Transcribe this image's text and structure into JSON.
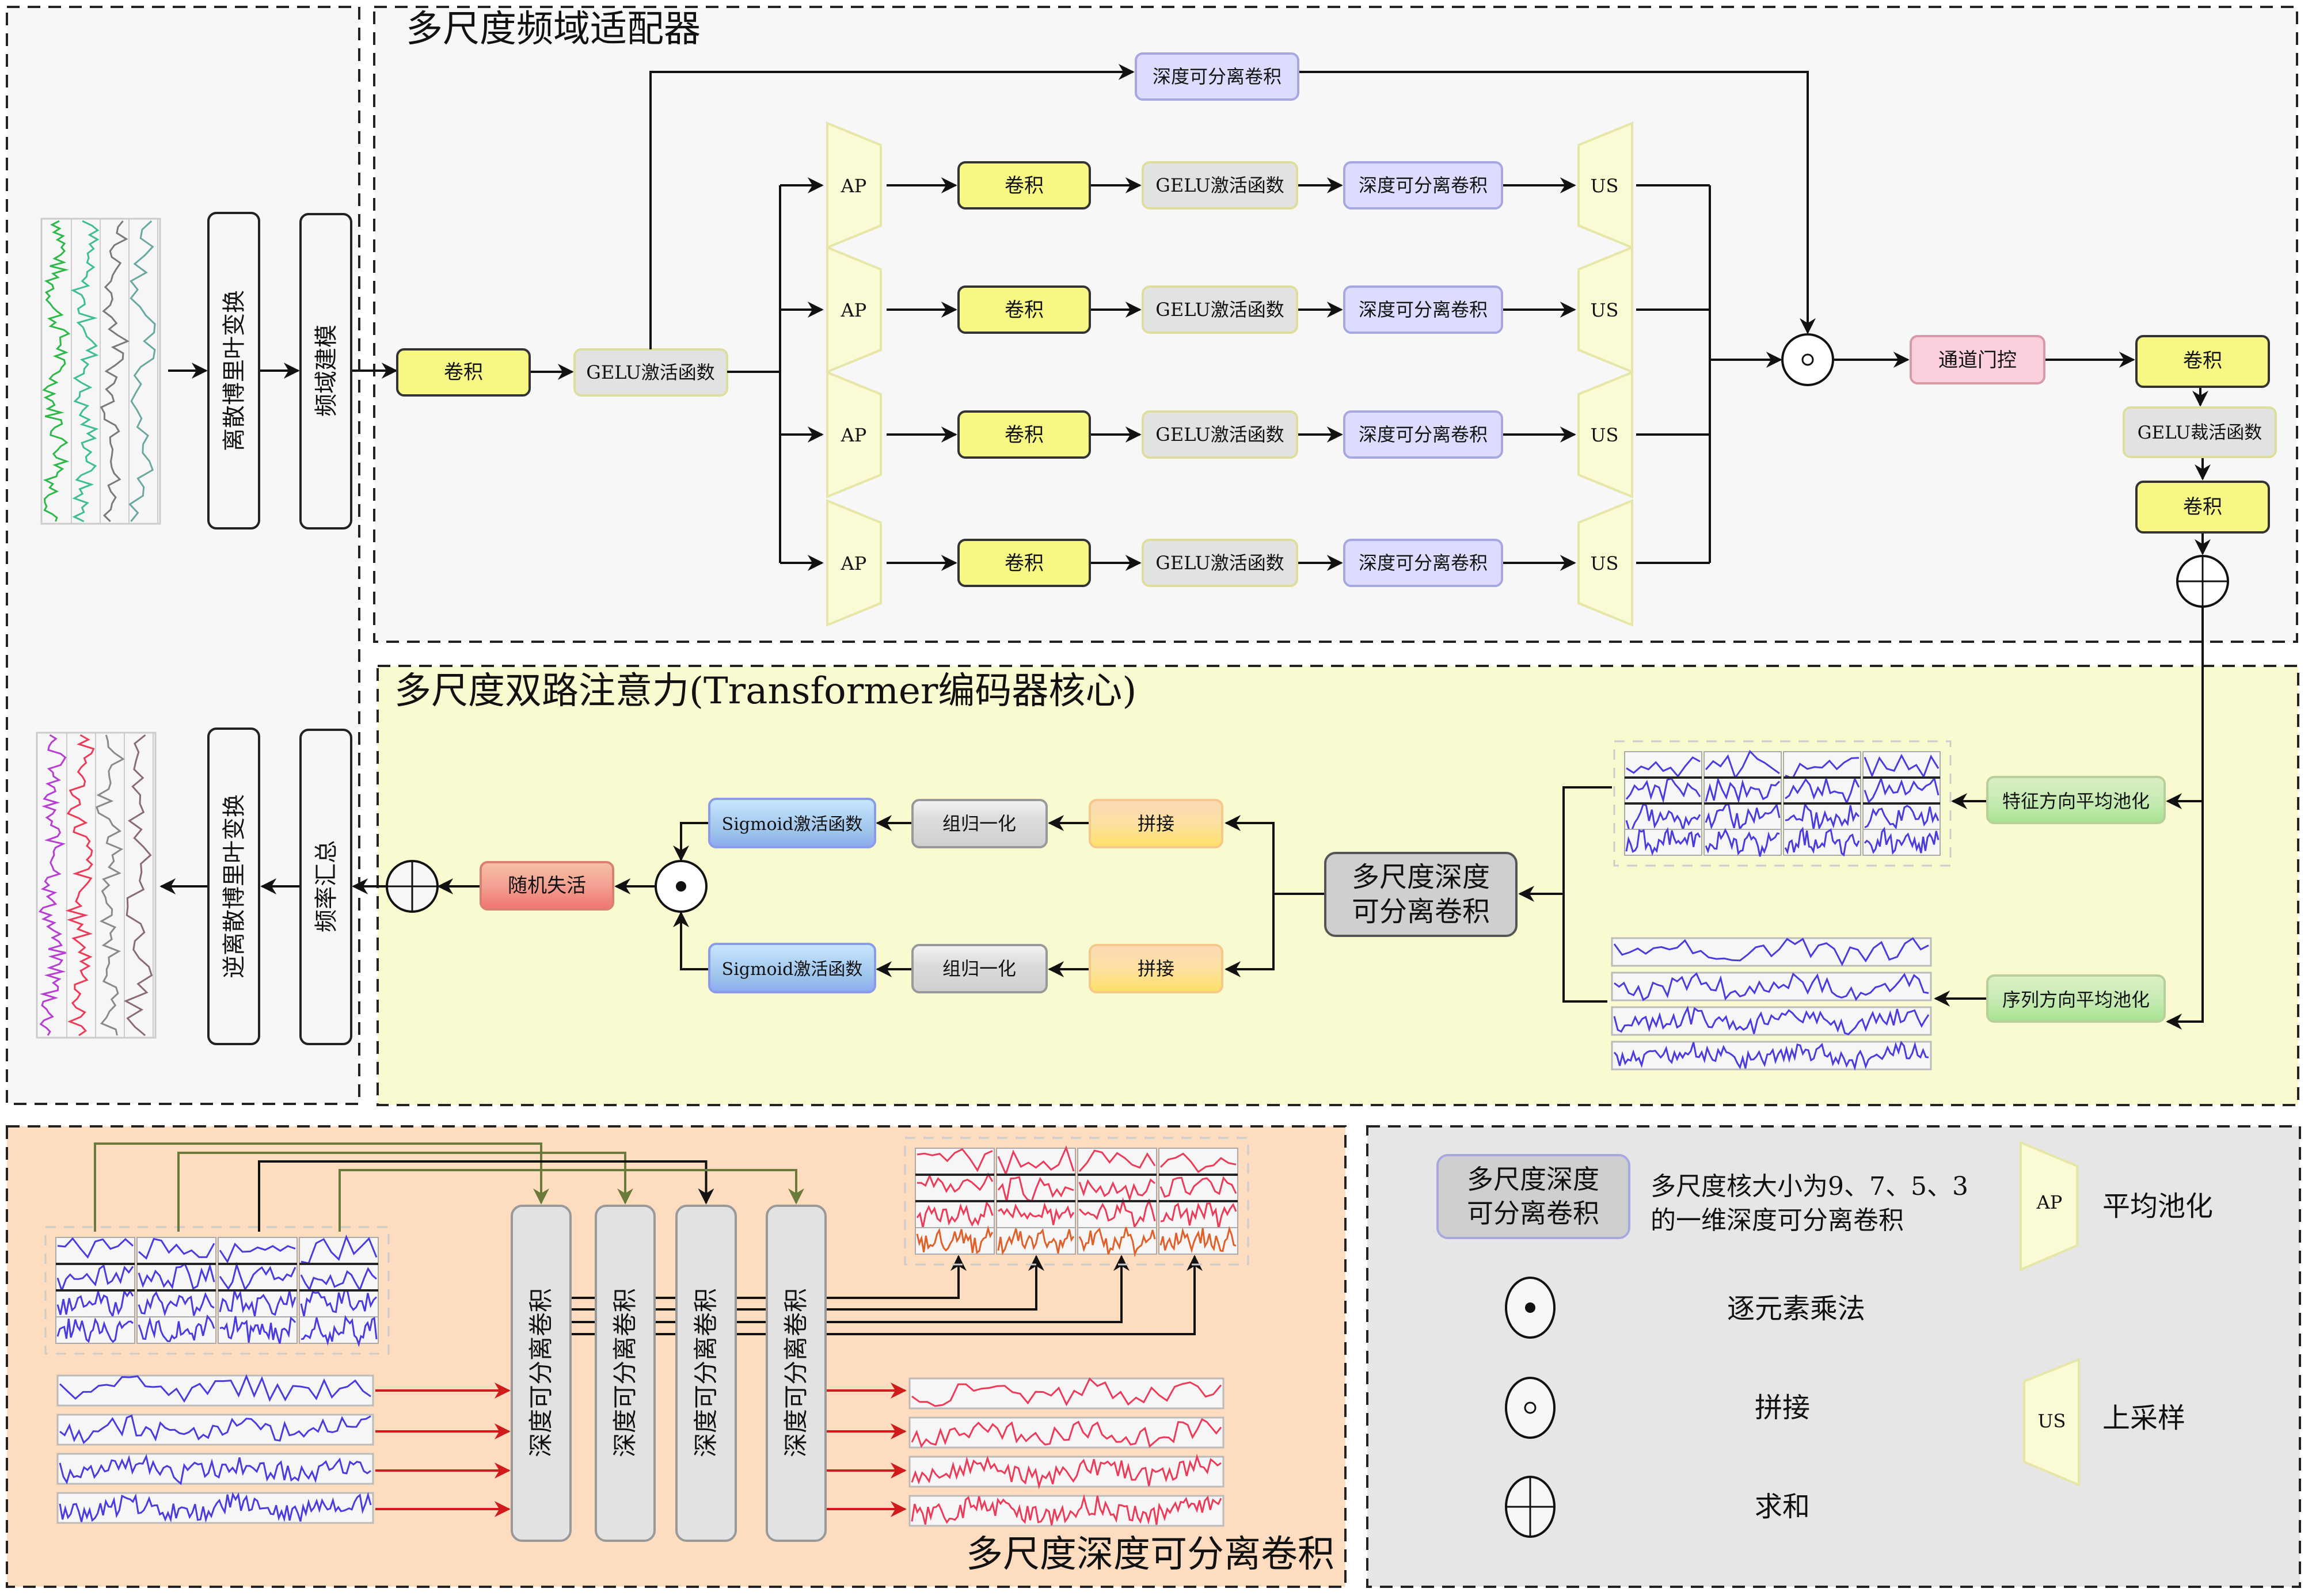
{
  "colors": {
    "panel_white": "#f7f7f7",
    "panel_yellow": "#fafad0",
    "panel_orange": "#fddcc0",
    "panel_gray": "#e6e6e6",
    "conv_yellow": "#f7f783",
    "gelu_gray": "#e2e2e2",
    "dwconv_lavender": "#dcdcff",
    "trapezoid": "#fafad5",
    "gate_pink": "#fbd0dc",
    "sigmoid_blue": "#a9cdf2",
    "groupnorm_gray": "#dadada",
    "concat_orange": "#fde29a",
    "dropout_red": "#f2928a",
    "pool_green": "#c4ebb0",
    "msdw_gray": "#cfcfcf",
    "wave_blue": "#4a3bde",
    "wave_red": "#ec3b59",
    "wave_green": "#2fb84a",
    "wave_purple": "#b63fd1",
    "arrow_red": "#d11a1a",
    "arrow_olive": "#6a7a3a"
  },
  "io": {
    "input_waveform_label": "input-multichannel-signal",
    "output_waveform_label": "output-multichannel-signal",
    "dft": "离散博里叶变换",
    "freq_modeling": "频域建模",
    "idft": "逆离散博里叶变换",
    "freq_aggregation": "频率汇总"
  },
  "adapter": {
    "title": "多尺度频域适配器",
    "input_conv": "卷积",
    "input_gelu": "GELU激活函数",
    "skip_dwconv": "深度可分离卷积",
    "branches": [
      {
        "pool": "AP",
        "conv": "卷积",
        "gelu": "GELU激活函数",
        "dwconv": "深度可分离卷积",
        "upsample": "US"
      },
      {
        "pool": "AP",
        "conv": "卷积",
        "gelu": "GELU激活函数",
        "dwconv": "深度可分离卷积",
        "upsample": "US"
      },
      {
        "pool": "AP",
        "conv": "卷积",
        "gelu": "GELU激活函数",
        "dwconv": "深度可分离卷积",
        "upsample": "US"
      },
      {
        "pool": "AP",
        "conv": "卷积",
        "gelu": "GELU激活函数",
        "dwconv": "深度可分离卷积",
        "upsample": "US"
      }
    ],
    "concat_symbol": "○",
    "channel_gate": "通道门控",
    "out_conv1": "卷积",
    "out_gelu": "GELU裁活函数",
    "out_conv2": "卷积"
  },
  "attention": {
    "title": "多尺度双路注意力(Transformer编码器核心)",
    "feature_pool": "特征方向平均池化",
    "sequence_pool": "序列方向平均池化",
    "msdw": [
      "多尺度深度",
      "可分离卷积"
    ],
    "top_path": {
      "concat": "拼接",
      "norm": "组归一化",
      "sigmoid": "Sigmoid激活函数"
    },
    "bottom_path": {
      "concat": "拼接",
      "norm": "组归一化",
      "sigmoid": "Sigmoid激活函数"
    },
    "dropout": "随机失活"
  },
  "msdw_detail": {
    "title": "多尺度深度可分离卷积",
    "columns": [
      "深度可分离卷积",
      "深度可分离卷积",
      "深度可分离卷积",
      "深度可分离卷积"
    ]
  },
  "legend": {
    "msdw_box": [
      "多尺度深度",
      "可分离卷积"
    ],
    "msdw_desc": [
      "多尺度核大小为9、7、5、3",
      "的一维深度可分离卷积"
    ],
    "ap_symbol": "AP",
    "ap_desc": "平均池化",
    "us_symbol": "US",
    "us_desc": "上采样",
    "elementwise_mul": "逐元素乘法",
    "concat": "拼接",
    "sum": "求和"
  }
}
